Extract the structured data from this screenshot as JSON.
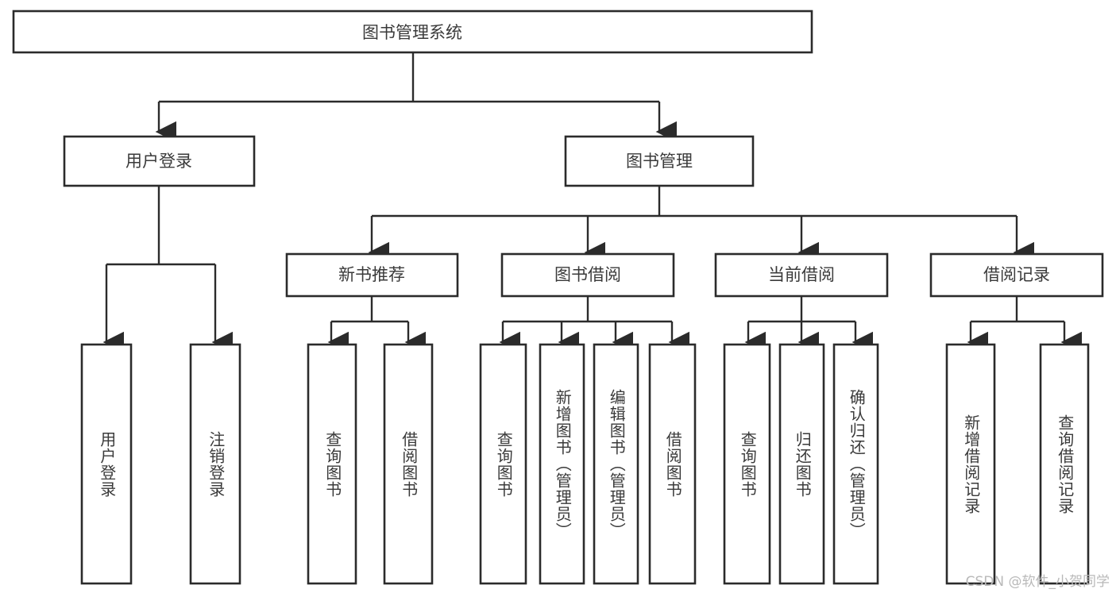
{
  "diagram": {
    "type": "tree-hierarchy",
    "title": "图书管理系统",
    "watermark": "CSDN @软件_小贺同学",
    "colors": {
      "stroke": "#2b2b2b",
      "fill": "#ffffff",
      "text": "#3a3a3a",
      "watermark": "#b9b9b9",
      "background": "#ffffff"
    },
    "levels": {
      "root": {
        "label": "图书管理系统"
      },
      "level1": [
        {
          "label": "用户登录"
        },
        {
          "label": "图书管理"
        }
      ],
      "level2": [
        {
          "label": "新书推荐"
        },
        {
          "label": "图书借阅"
        },
        {
          "label": "当前借阅"
        },
        {
          "label": "借阅记录"
        }
      ],
      "level3": [
        {
          "label": "用户登录",
          "parent": "用户登录"
        },
        {
          "label": "注销登录",
          "parent": "用户登录"
        },
        {
          "label": "查询图书",
          "parent": "新书推荐"
        },
        {
          "label": "借阅图书",
          "parent": "新书推荐"
        },
        {
          "label": "查询图书",
          "parent": "图书借阅"
        },
        {
          "label": "新增图书（管理员）",
          "parent": "图书借阅"
        },
        {
          "label": "编辑图书（管理员）",
          "parent": "图书借阅"
        },
        {
          "label": "借阅图书",
          "parent": "图书借阅"
        },
        {
          "label": "查询图书",
          "parent": "当前借阅"
        },
        {
          "label": "归还图书",
          "parent": "当前借阅"
        },
        {
          "label": "确认归还（管理员）",
          "parent": "当前借阅"
        },
        {
          "label": "新增借阅记录",
          "parent": "借阅记录"
        },
        {
          "label": "查询借阅记录",
          "parent": "借阅记录"
        }
      ]
    }
  }
}
